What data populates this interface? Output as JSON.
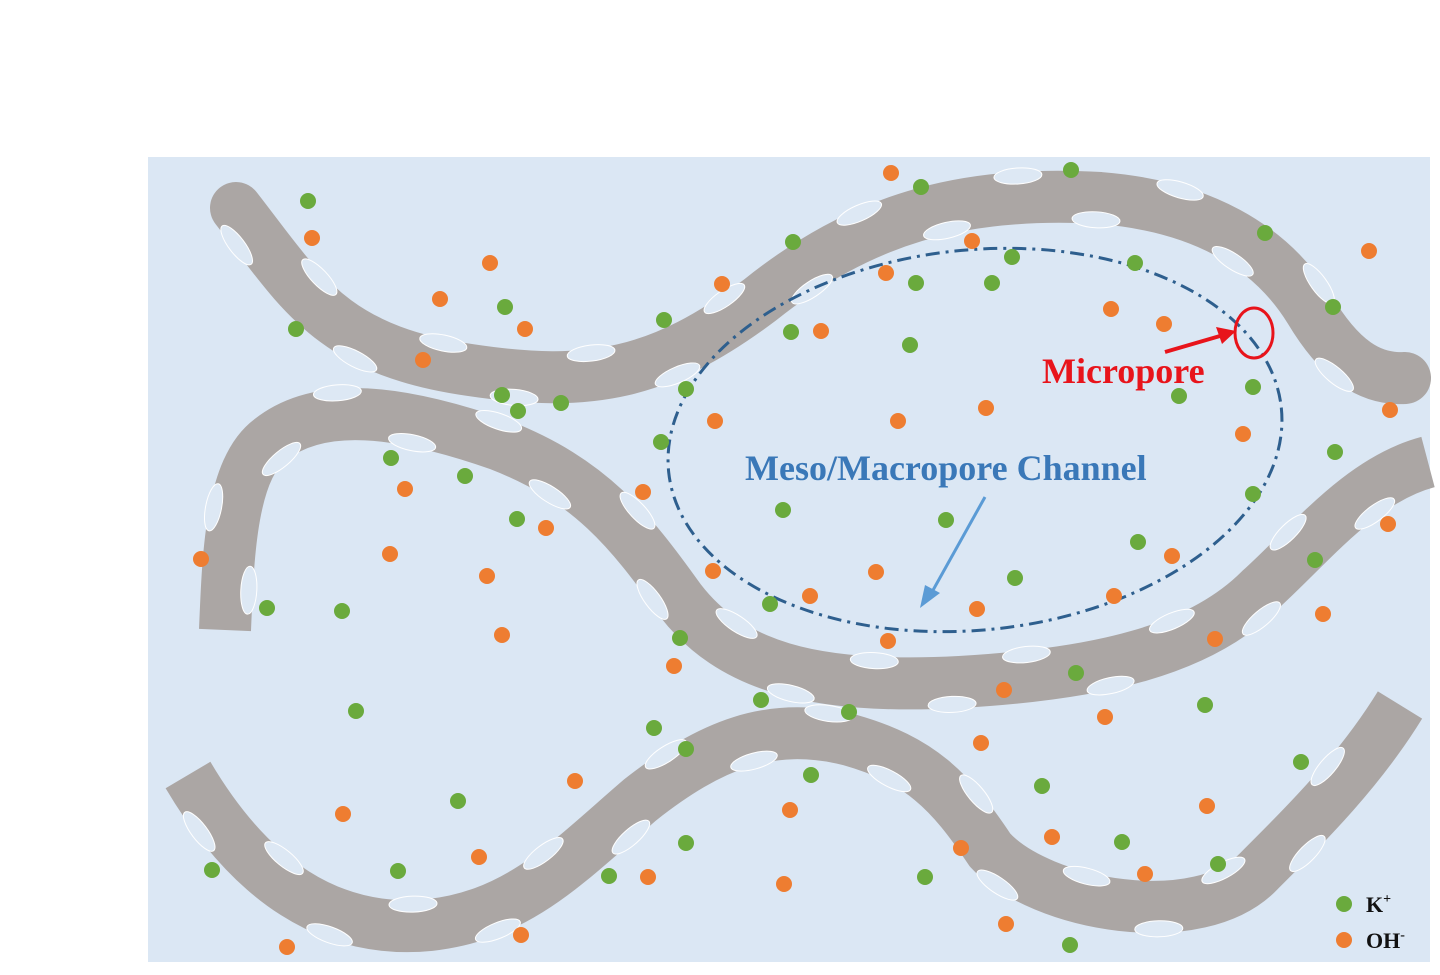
{
  "labels": {
    "micropore": "Micropore",
    "channel": "Meso/Macropore Channel"
  },
  "legend": {
    "k_base": "K",
    "k_sup": "+",
    "oh_base": "OH",
    "oh_sup": "-"
  },
  "colors": {
    "background": "#dbe7f4",
    "fiber": "#aba6a4",
    "pore_fill": "#dde8f4",
    "k_ion": "#6aaa3d",
    "oh_ion": "#ee7d31",
    "micropore_annotation": "#e8141b",
    "channel_annotation": "#3a78b8"
  }
}
